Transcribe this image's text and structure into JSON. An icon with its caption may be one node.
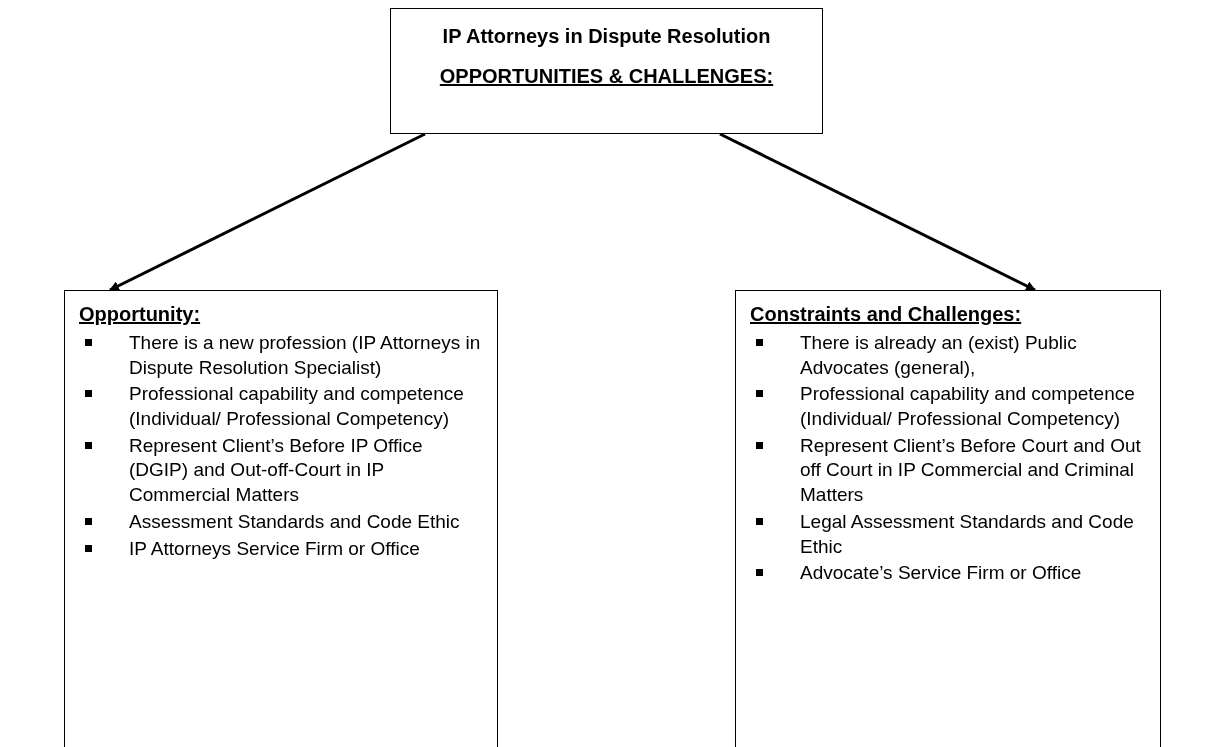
{
  "diagram": {
    "nodes": [
      {
        "text": [
          "IP Attorneys in Dispute Resolution",
          "OPPORTUNITIES & CHALLENGES:"
        ]
      },
      {
        "text": [
          "Opportunity:",
          "There is a new profession (IP Attorneys in Dispute Resolution Specialist)",
          "Professional capability and competence (Individual/ Professional Competency)",
          "Represent Client’s Before IP Office  (DGIP) and Out-off-Court in IP Commercial Matters",
          "Assessment Standards and Code Ethic",
          "IP Attorneys Service Firm or Office"
        ]
      },
      {
        "text": [
          "Constraints and Challenges:",
          "There is already an (exist) Public Advocates (general),",
          "Professional capability and competence (Individual/ Professional Competency)",
          "Represent Client’s Before Court and Out off Court in IP Commercial and Criminal Matters",
          "Legal Assessment Standards and Code Ethic",
          "Advocate’s Service Firm or Office"
        ]
      }
    ],
    "edges": [
      {
        "from": 0,
        "to": 1,
        "arrow": "to"
      },
      {
        "from": 0,
        "to": 2,
        "arrow": "to"
      }
    ]
  }
}
